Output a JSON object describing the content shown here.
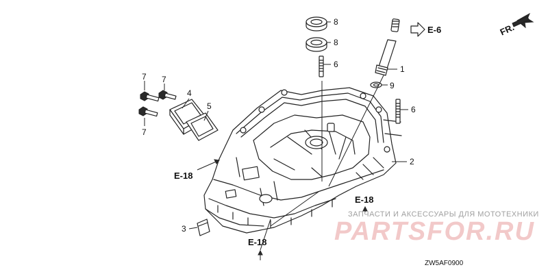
{
  "callouts": {
    "c1": "1",
    "c2": "2",
    "c3": "3",
    "c4": "4",
    "c5": "5",
    "c6a": "6",
    "c6b": "6",
    "c7a": "7",
    "c7b": "7",
    "c7c": "7",
    "c8a": "8",
    "c8b": "8",
    "c9": "9"
  },
  "references": {
    "e6": "E-6",
    "e18_left": "E-18",
    "e18_mid": "E-18",
    "e18_bottom": "E-18",
    "fr": "FR."
  },
  "watermark": {
    "tagline": "ЗАПЧАСТИ И АКСЕССУАРЫ ДЛЯ МОТОТЕХНИКИ",
    "logo": "PARTSFOR.RU"
  },
  "diagram_code": "ZW5AF0900",
  "colors": {
    "line": "#222222",
    "watermark_logo": "#f2c9c9",
    "watermark_text": "#a0a0a0"
  }
}
